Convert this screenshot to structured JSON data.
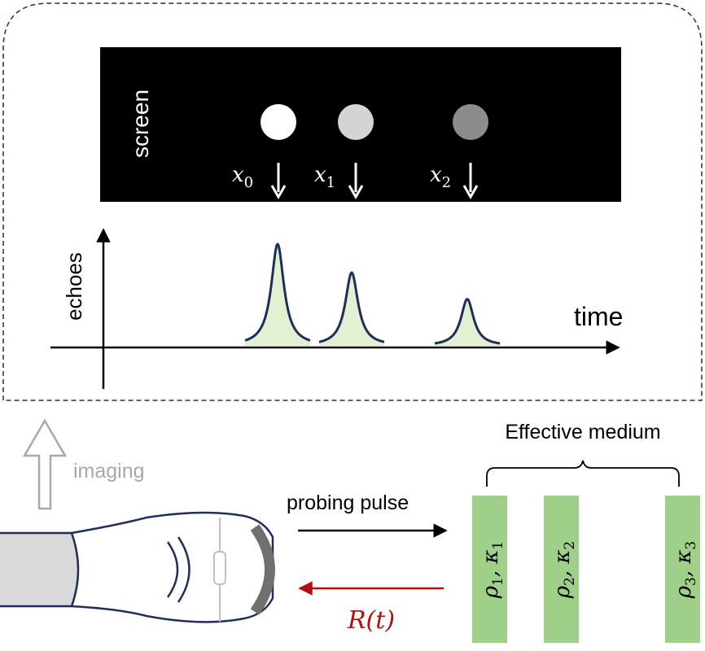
{
  "screen": {
    "label": "screen",
    "dots": [
      {
        "label": "x",
        "sub": "0",
        "gray": "#ffffff"
      },
      {
        "label": "x",
        "sub": "1",
        "gray": "#d4d4d4"
      },
      {
        "label": "x",
        "sub": "2",
        "gray": "#8c8c8c"
      }
    ]
  },
  "plot": {
    "ylabel": "echoes",
    "xlabel": "time",
    "peaks": [
      {
        "name": "echo-0",
        "amplitude": 1.0
      },
      {
        "name": "echo-1",
        "amplitude": 0.72
      },
      {
        "name": "echo-2",
        "amplitude": 0.46
      }
    ]
  },
  "imaging_label": "imaging",
  "probing_label": "probing pulse",
  "response_label": "R(t)",
  "medium": {
    "title": "Effective medium",
    "slabs": [
      {
        "rho_sub": "1",
        "kappa_sub": "1"
      },
      {
        "rho_sub": "2",
        "kappa_sub": "2"
      },
      {
        "rho_sub": "3",
        "kappa_sub": "3"
      }
    ]
  },
  "colors": {
    "outline": "#1f2f5a",
    "peak_fill": "#e3f0d2",
    "slab_fill": "#9fd08a",
    "response_arrow": "#b01010",
    "imaging_arrow": "#a8a8a8",
    "transducer_face": "#707070",
    "handle_fill": "#d9d9d9"
  }
}
